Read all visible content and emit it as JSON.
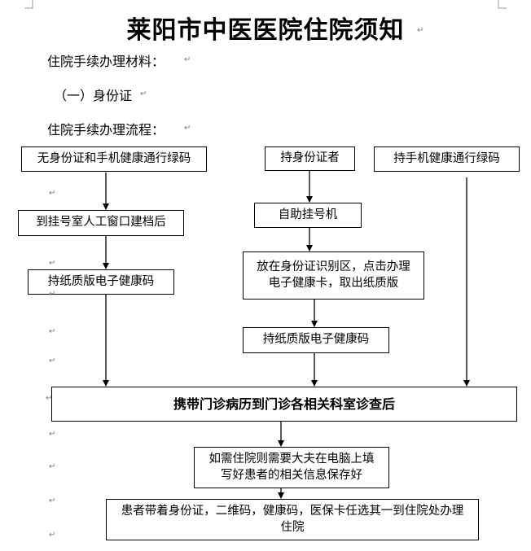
{
  "document": {
    "title": "莱阳市中医医院住院须知",
    "section_materials": "住院手续办理材料：",
    "material_item": "（一）身份证",
    "section_process": "住院手续办理流程："
  },
  "flowchart": {
    "no_id": "无身份证和手机健康通行绿码",
    "has_id": "持身份证者",
    "phone_code": "持手机健康通行绿码",
    "manual_window": "到挂号室人工窗口建档后",
    "self_machine": "自助挂号机",
    "place_id": "放在身份证识别区，点击办理电子健康卡，取出纸质版",
    "paper_code_left": "持纸质版电子健康码",
    "paper_code_right": "持纸质版电子健康码",
    "clinic_visit": "携带门诊病历到门诊各相关科室诊查后",
    "doctor_fill": "如需住院则需要大夫在电脑上填写好患者的相关信息保存好",
    "final_step": "患者带着身份证，二维码，健康码，医保卡任选其一到住院处办理住院"
  },
  "marks": {
    "paragraph": "↵"
  }
}
